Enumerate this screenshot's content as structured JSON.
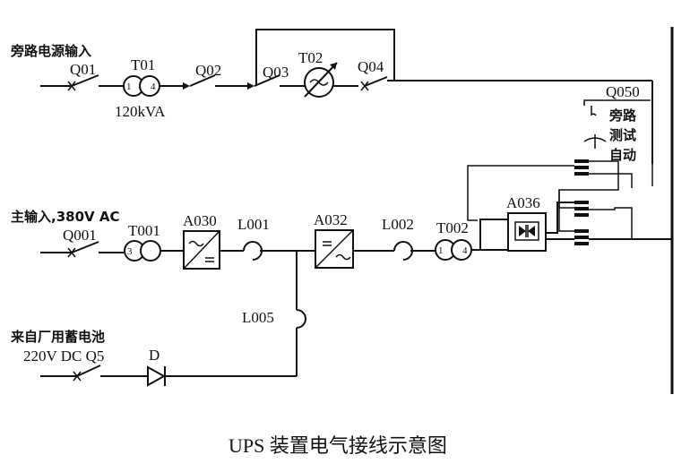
{
  "labels": {
    "bypass_input": "旁路电源输入",
    "main_input": "主输入,380V AC",
    "battery_line1": "来自厂用蓄电池",
    "battery_line2": "220V DC Q5",
    "q01": "Q01",
    "t01": "T01",
    "rating": "120kVA",
    "q02": "Q02",
    "q03": "Q03",
    "t02": "T02",
    "q04": "Q04",
    "q050": "Q050",
    "mode1": "旁路",
    "mode2": "测试",
    "mode3": "自动",
    "q001": "Q001",
    "t001": "T001",
    "a030": "A030",
    "l001": "L001",
    "a032": "A032",
    "l002": "L002",
    "t002": "T002",
    "a036": "A036",
    "l005": "L005",
    "d": "D",
    "wind_1": "1",
    "wind_3": "3",
    "wind_4": "4"
  },
  "caption": "UPS 装置电气接线示意图"
}
